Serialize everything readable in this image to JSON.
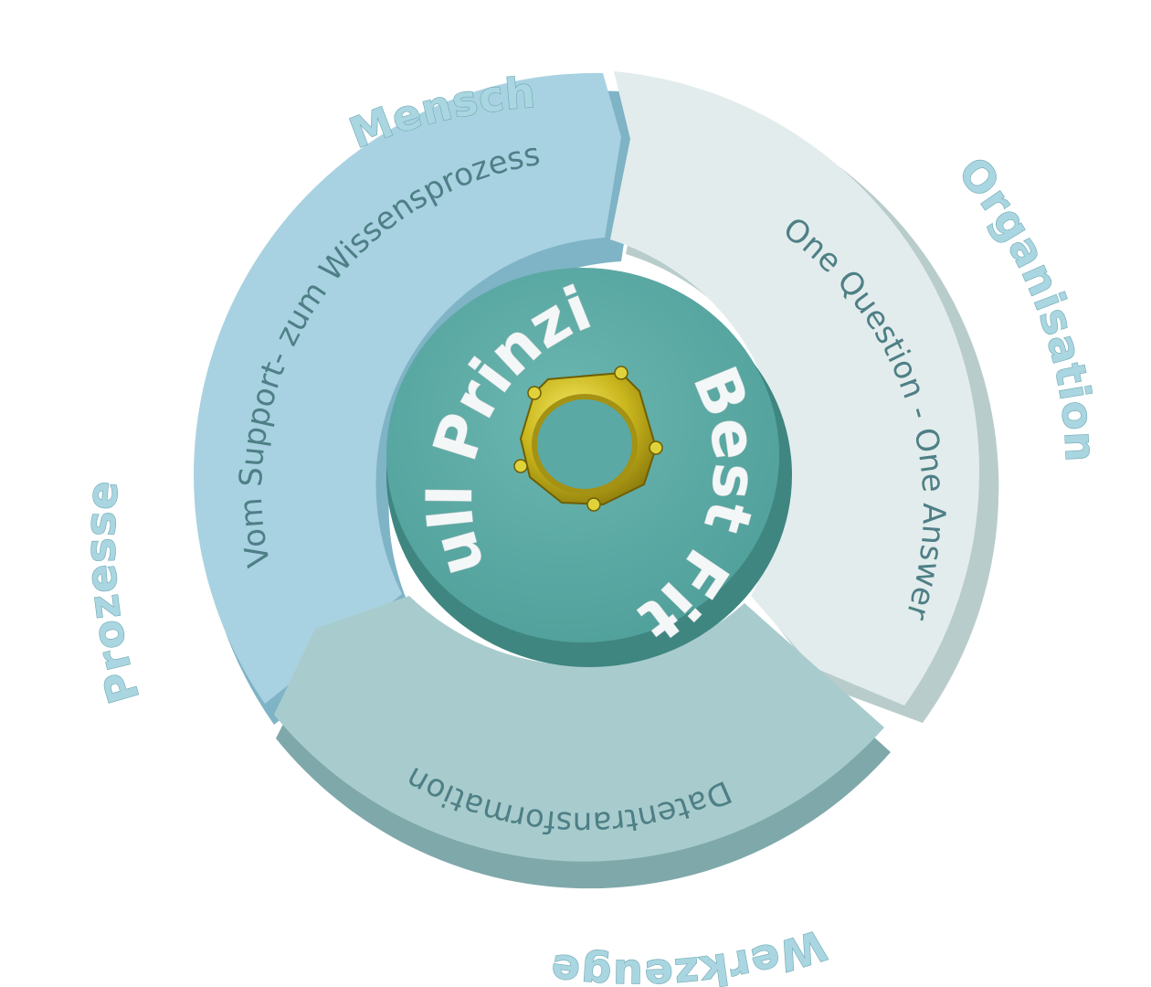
{
  "diagram": {
    "segments": [
      {
        "id": "mensch-segment",
        "text": "Vom Support- zum Wissensprozess",
        "color": "#a8d2e1",
        "side": "#7fb3c6"
      },
      {
        "id": "organisation-segment",
        "text": "One Question - One Answer",
        "color": "#e3ecec",
        "side": "#b9cccc"
      },
      {
        "id": "werkzeuge-segment",
        "text": "Datentransformation",
        "color": "#a8cccd",
        "side": "#7fa8aa"
      }
    ],
    "outer_labels": {
      "mensch": "Mensch",
      "organisation": "Organisation",
      "werkzeuge": "Werkzeuge",
      "prozesse": "Prozesse"
    },
    "hub": {
      "color": "#5aa9a4",
      "side": "#3f8681",
      "label_left": "Pull Prinzip",
      "label_right": "Best Fit",
      "ring_icon": "gold-ring-icon"
    }
  }
}
